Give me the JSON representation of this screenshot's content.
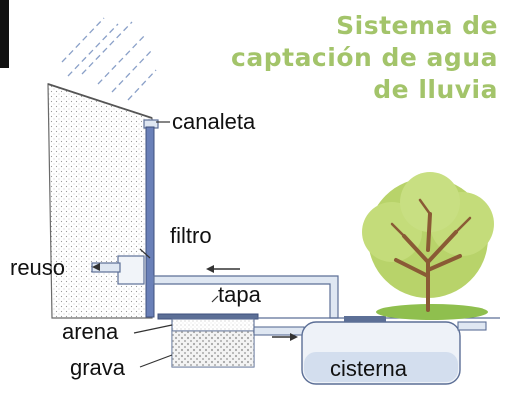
{
  "title": {
    "line1": "Sistema de",
    "line2": "captación de agua",
    "line3": "de lluvia"
  },
  "labels": {
    "canaleta": "canaleta",
    "filtro": "filtro",
    "reuso": "reuso",
    "tapa": "tapa",
    "arena": "arena",
    "grava": "grava",
    "cisterna": "cisterna"
  },
  "colors": {
    "title": "#a3c46a",
    "pipe_fill": "#dfe7f2",
    "pipe_stroke": "#5c6f96",
    "rain": "#8aa0c8",
    "foliage": "#b8d36a",
    "ground": "#8fbf4e",
    "trunk": "#8a5a35"
  }
}
